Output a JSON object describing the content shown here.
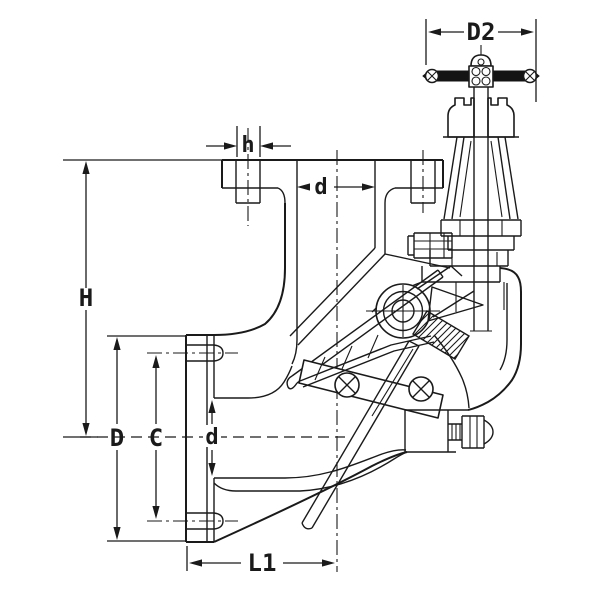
{
  "diagram": {
    "kind": "technical-drawing",
    "subject": "flanged-angle-storm-valve-section",
    "background_color": "#ffffff",
    "line_color": "#1a1a1a",
    "dims": {
      "D2": {
        "label": "D2",
        "orientation": "horizontal",
        "measures": "handwheel-width"
      },
      "h": {
        "label": "h",
        "orientation": "horizontal",
        "measures": "top-flange-bolt-hole"
      },
      "d_top": {
        "label": "d",
        "orientation": "horizontal",
        "measures": "top-port-bore"
      },
      "H": {
        "label": "H",
        "orientation": "vertical",
        "measures": "centerline-to-top-flange-face"
      },
      "D": {
        "label": "D",
        "orientation": "vertical",
        "measures": "side-flange-outside-diameter"
      },
      "C": {
        "label": "C",
        "orientation": "vertical",
        "measures": "side-flange-bolt-circle"
      },
      "d_side": {
        "label": "d",
        "orientation": "vertical",
        "measures": "side-port-bore"
      },
      "L1": {
        "label": "L1",
        "orientation": "horizontal",
        "measures": "flange-face-to-centerline"
      }
    },
    "parts": [
      "handwheel",
      "stem",
      "gland-nut",
      "yoke",
      "bonnet",
      "eyebolt-nut",
      "top-flange",
      "side-flange",
      "valve-body",
      "hinge-pin-boss",
      "seat-ring",
      "clapper-plate",
      "disc-bolts",
      "counterweight-lever",
      "side-bracket-bolt"
    ]
  }
}
